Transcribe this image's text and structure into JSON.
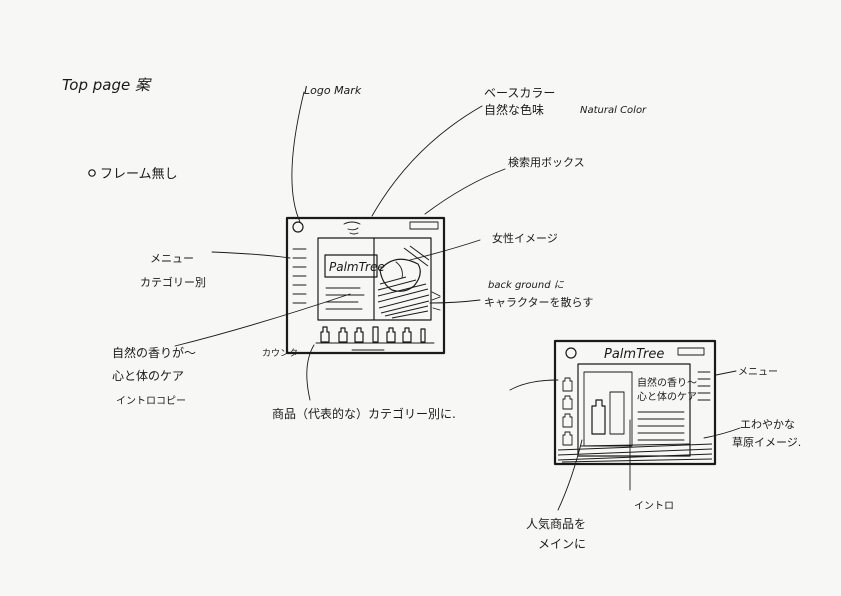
{
  "sheet": {
    "title": "Top page 案",
    "bullet_note": "フレーム無し"
  },
  "annotations_left": {
    "logo_mark": "Logo Mark",
    "base_color_line1": "ベースカラー",
    "base_color_line2": "自然な色味",
    "base_color_en": "Natural Color",
    "search_box": "検索用ボックス",
    "woman_image": "女性イメージ",
    "background_line1": "back ground に",
    "background_line2": "キャラクターを散らす",
    "menu_line1": "メニュー",
    "menu_line2": "カテゴリー別",
    "copy_line1": "自然の香りが〜",
    "copy_line2": "心と体のケア",
    "copy_line3": "イントロコピー",
    "counter": "カウンタ",
    "products": "商品（代表的な）カテゴリー別に."
  },
  "mockup_left": {
    "brand": "PalmTree"
  },
  "mockup_right": {
    "brand": "PalmTree",
    "copy_line1": "自然の香り〜",
    "copy_line2": "心と体のケア"
  },
  "annotations_right": {
    "menu": "メニュー",
    "soft_line1": "エわやかな",
    "soft_line2": "草原イメージ.",
    "intro": "イントロ",
    "popular_line1": "人気商品を",
    "popular_line2": "メインに"
  }
}
